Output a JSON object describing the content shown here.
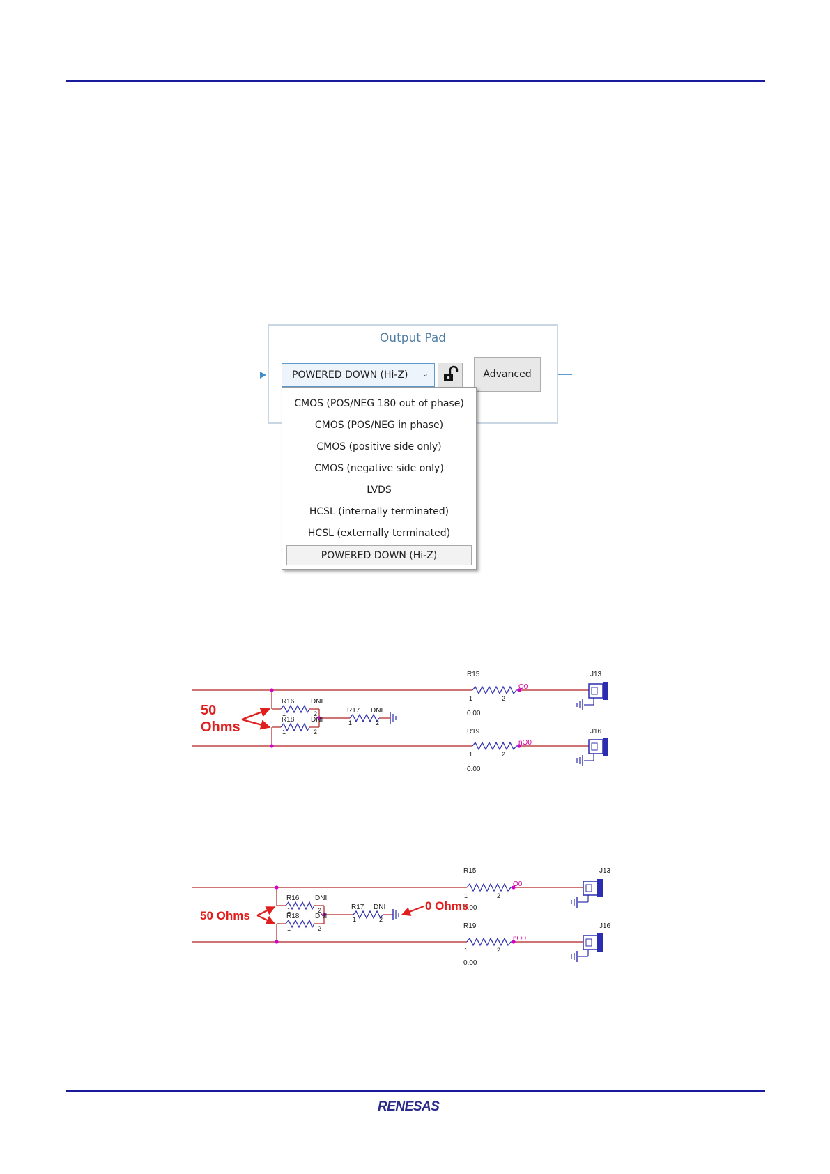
{
  "page": {
    "rule_color": "#1a1a9c",
    "logo_text": "RENESAS"
  },
  "output_pad": {
    "title": "Output Pad",
    "selected_mode": "POWERED DOWN (Hi-Z)",
    "advanced_label": "Advanced",
    "options": [
      "CMOS (POS/NEG 180 out of phase)",
      "CMOS (POS/NEG in phase)",
      "CMOS (positive side only)",
      "CMOS (negative side only)",
      "LVDS",
      "HCSL (internally terminated)",
      "HCSL (externally terminated)",
      "POWERED DOWN (Hi-Z)"
    ]
  },
  "schematic_top": {
    "r15": "R15",
    "r15_value": "0.00",
    "net_p": "O0",
    "j13": "J13",
    "r19": "R19",
    "r19_value": "0.00",
    "net_n": "nO0",
    "j16": "J16",
    "r16": "R16",
    "r18": "R18",
    "r17": "R17",
    "dni": "DNI",
    "pin1": "1",
    "pin2": "2",
    "annotation_line1": "50",
    "annotation_line2": "Ohms"
  },
  "schematic_bottom": {
    "r15": "R15",
    "r15_value": "0.00",
    "net_p": "O0",
    "j13": "J13",
    "r19": "R19",
    "r19_value": "0.00",
    "net_n": "nO0",
    "j16": "J16",
    "r16": "R16",
    "r18": "R18",
    "r17": "R17",
    "dni": "DNI",
    "pin1": "1",
    "pin2": "2",
    "annotation_left": "50 Ohms",
    "annotation_right": "0 Ohms"
  }
}
